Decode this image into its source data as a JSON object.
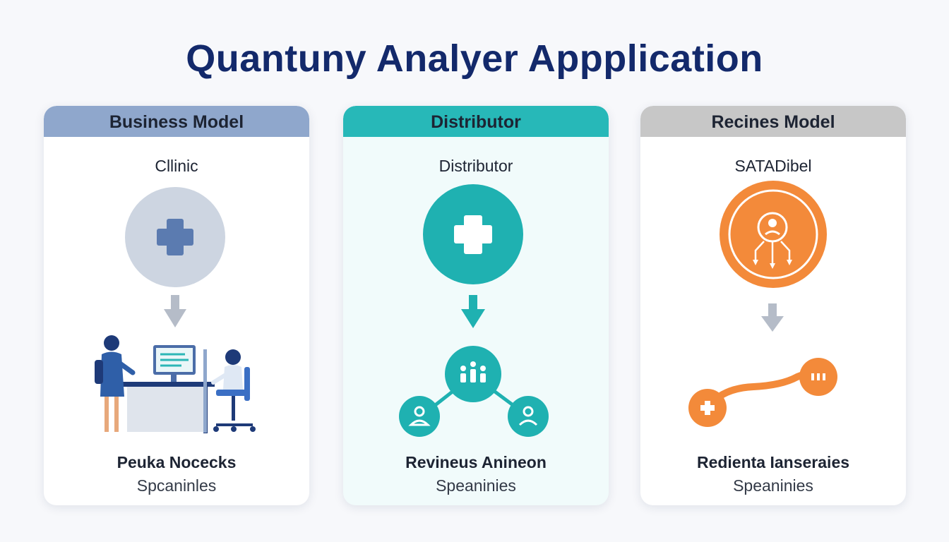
{
  "title": "Quantuny Analyer Appplication",
  "columns": [
    {
      "header": "Business Model",
      "subtitle": "Cllinic",
      "icon_main": "medical-cross-icon",
      "icon_bottom": "clinic-workers-illustration",
      "footer_title": "Peuka Nocecks",
      "footer_sub": "Spcaninles"
    },
    {
      "header": "Distributor",
      "subtitle": "Distributor",
      "icon_main": "medical-cross-icon",
      "icon_bottom": "distribution-network-icon",
      "footer_title": "Revineus Anineon",
      "footer_sub": "Speaninies"
    },
    {
      "header": "Recines Model",
      "subtitle": "SATADibel",
      "icon_main": "person-branching-icon",
      "icon_bottom": "connection-path-icon",
      "footer_title": "Redienta Ianseraies",
      "footer_sub": "Speaninies"
    }
  ],
  "colors": {
    "title": "#13296b",
    "column1_accent": "#8fa7cc",
    "column2_accent": "#27b8b8",
    "column3_accent": "#f38a3a",
    "arrow_gray": "#b5bcc8"
  }
}
